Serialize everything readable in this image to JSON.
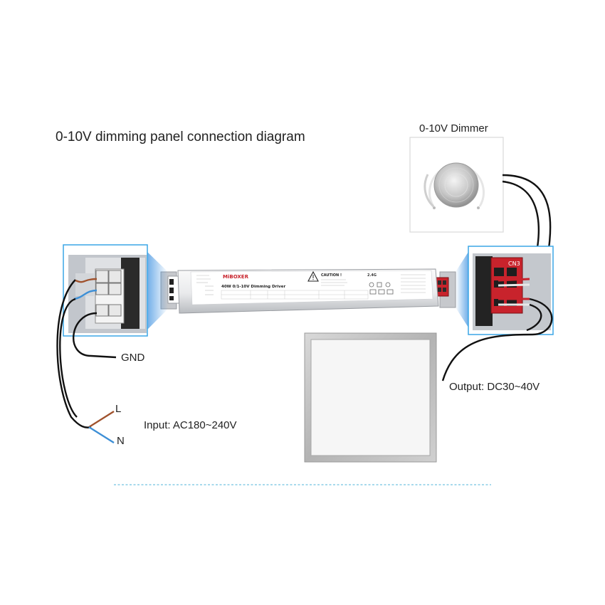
{
  "title": "0-10V dimming panel connection diagram",
  "dimmer": {
    "label": "0-10V Dimmer"
  },
  "labels": {
    "gnd": "GND",
    "live": "L",
    "neutral": "N",
    "input": "Input: AC180~240V",
    "output": "Output: DC30~40V",
    "terminal_cn3": "CN3"
  },
  "driver": {
    "brand": "MiBOXER",
    "model": "40W 0/1-10V Dimming Driver",
    "caution": "CAUTION !",
    "radio_band": "2.4G"
  },
  "colors": {
    "wire": "#111111",
    "live_wire": "#a0522d",
    "neutral_wire": "#3d8fd6",
    "highlight_border": "#3aa6e6",
    "separator": "#4fb3d9",
    "terminal_red": "#c8232c"
  },
  "icons": [
    "dimmer-knob-icon",
    "caution-triangle-icon",
    "led-panel-icon",
    "terminal-block-icon"
  ]
}
